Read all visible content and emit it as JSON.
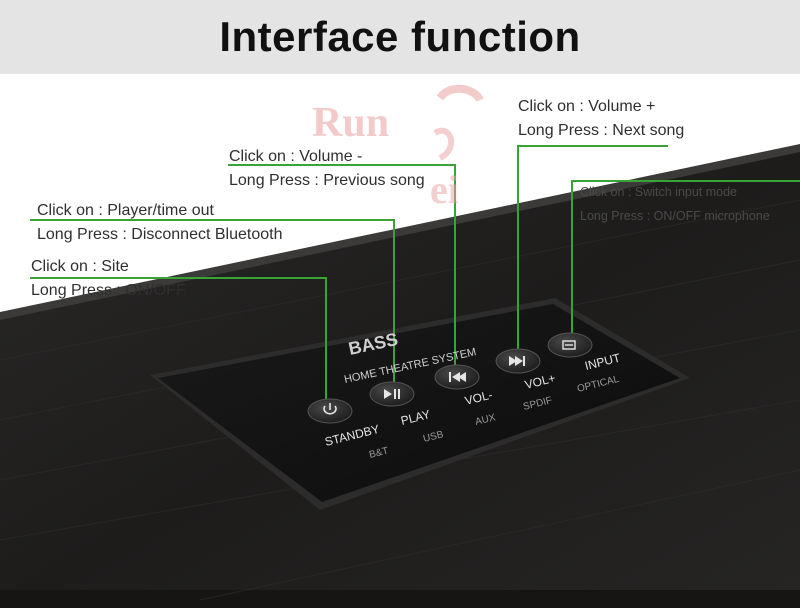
{
  "header": {
    "title": "Interface function"
  },
  "watermark": {
    "brand_top": "Run",
    "brand_bottom": "ei"
  },
  "callouts": [
    {
      "id": "vol-plus",
      "click": "Click on : Volume +",
      "long": "Long Press : Next song"
    },
    {
      "id": "vol-minus",
      "click": "Click on : Volume -",
      "long": "Long Press : Previous song"
    },
    {
      "id": "input",
      "click": "Click on : Switch input mode",
      "long": "Long Press : ON/OFF microphone"
    },
    {
      "id": "play",
      "click": "Click on : Player/time out",
      "long": "Long Press : Disconnect Bluetooth"
    },
    {
      "id": "standby",
      "click": "Click on : Site",
      "long": "Long Press : ON/OFF"
    }
  ],
  "device": {
    "brand": "BASS",
    "subtitle": "HOME THEATRE SYSTEM",
    "buttons": [
      {
        "label": "STANDBY",
        "sub": "B&T",
        "icon": "power-icon"
      },
      {
        "label": "PLAY",
        "sub": "USB",
        "icon": "play-pause-icon"
      },
      {
        "label": "VOL-",
        "sub": "AUX",
        "icon": "previous-track-icon"
      },
      {
        "label": "VOL+",
        "sub": "SPDIF",
        "icon": "next-track-icon"
      },
      {
        "label": "INPUT",
        "sub": "OPTICAL",
        "icon": "input-icon"
      }
    ]
  },
  "colors": {
    "callout_line": "#3aa335",
    "header_bg": "#e4e4e4",
    "wood_dark": "#1c1b1a",
    "watermark": "#e8a0a0"
  }
}
